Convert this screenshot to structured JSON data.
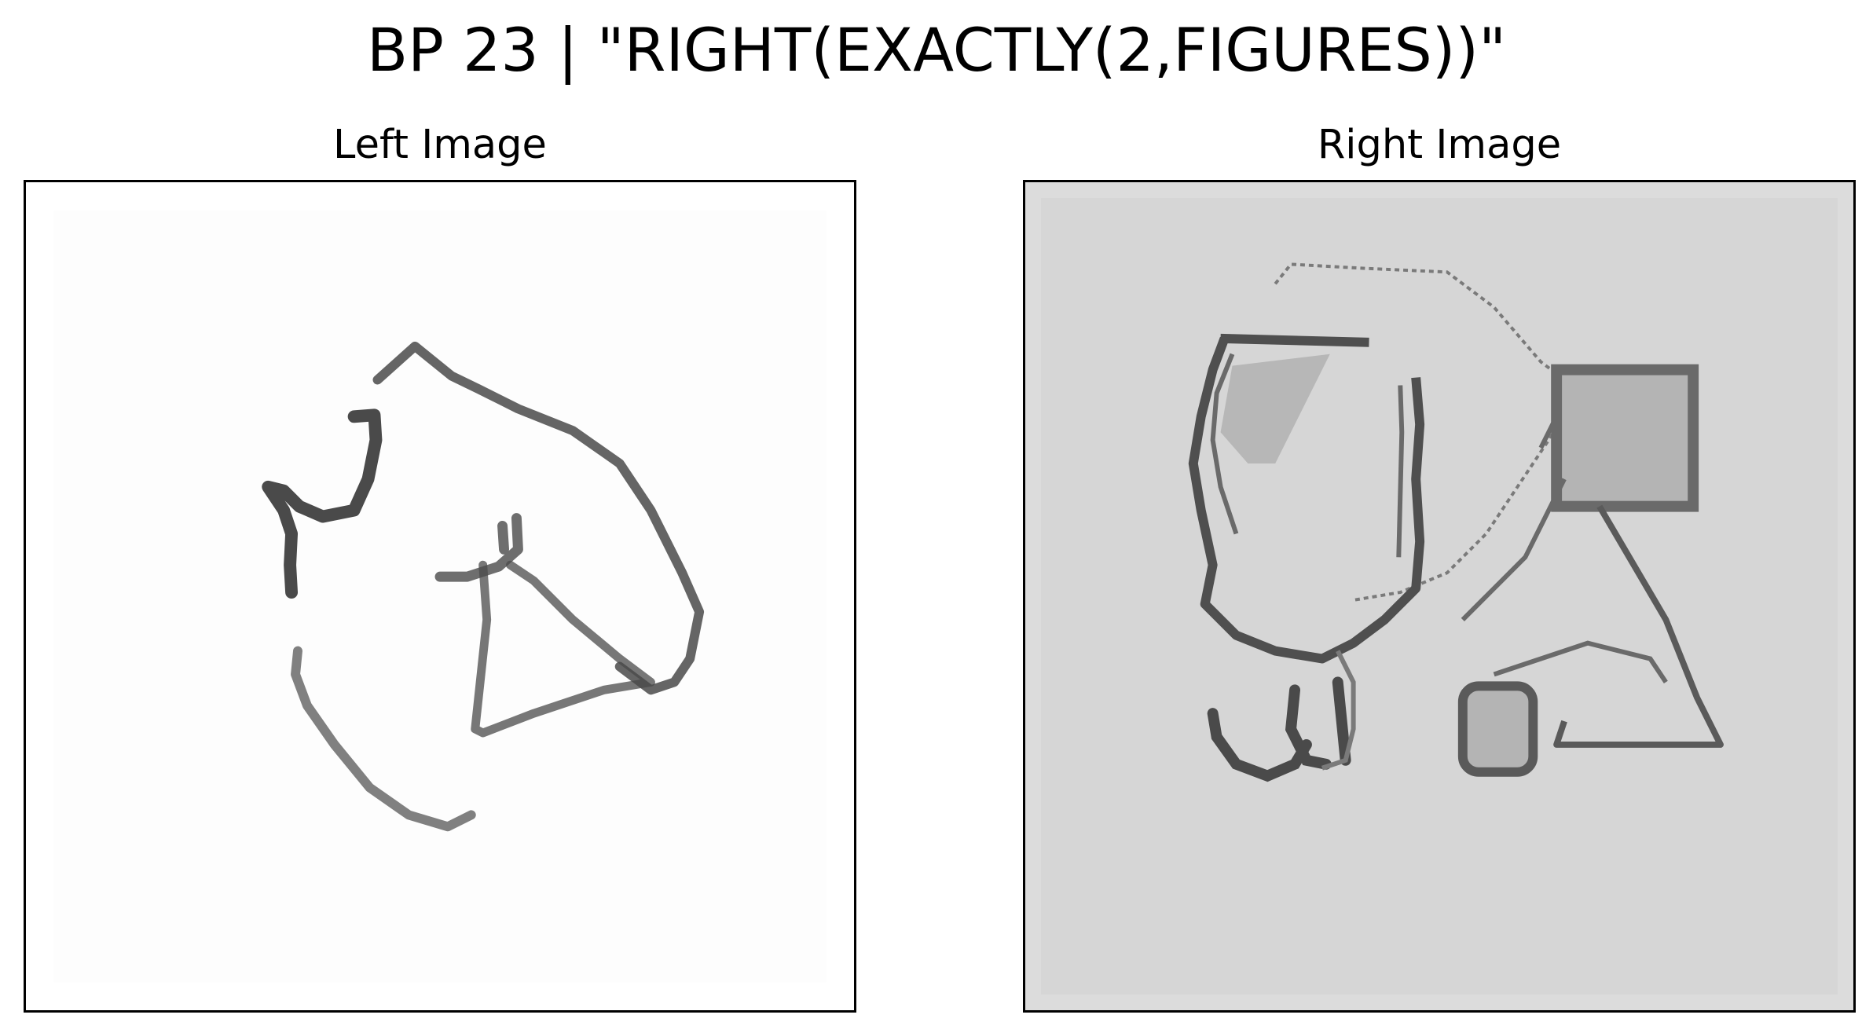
{
  "figure": {
    "title": "BP 23 | \"RIGHT(EXACTLY(2,FIGURES))\""
  },
  "panels": {
    "left": {
      "title": "Left Image",
      "background": "#ffffff",
      "ink": "#4a4a4a"
    },
    "right": {
      "title": "Right Image",
      "background": "#dcdcdc",
      "ink": "#555555",
      "fill": "#b4b4b4"
    }
  }
}
